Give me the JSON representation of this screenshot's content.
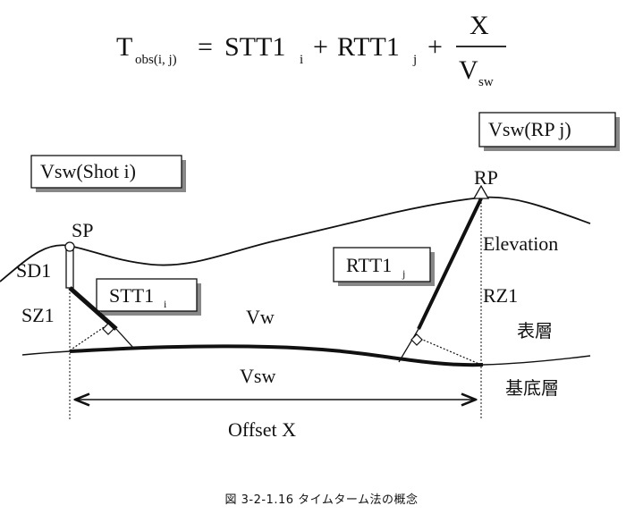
{
  "formula": {
    "T": "T",
    "T_sub": "obs(i, j)",
    "eq": "=",
    "term1": "STT1",
    "term1_sub": "i",
    "plus1": "+",
    "term2": "RTT1",
    "term2_sub": "j",
    "plus2": "+",
    "numerator": "X",
    "denominator": "V",
    "denominator_sub": "sw"
  },
  "boxes": {
    "shot": "Vsw(Shot i)",
    "rp": "Vsw(RP j)",
    "stt": "STT1",
    "stt_sub": "i",
    "rtt": "RTT1",
    "rtt_sub": "j"
  },
  "labels": {
    "sp": "SP",
    "rp": "RP",
    "sd1": "SD1",
    "sz1": "SZ1",
    "rz1": "RZ1",
    "elevation": "Elevation",
    "vw": "Vw",
    "vsw": "Vsw",
    "surface_layer": "表層",
    "base_layer": "基底層",
    "offset": "Offset X"
  },
  "caption": "図 3-2-1.16   タイムターム法の概念"
}
